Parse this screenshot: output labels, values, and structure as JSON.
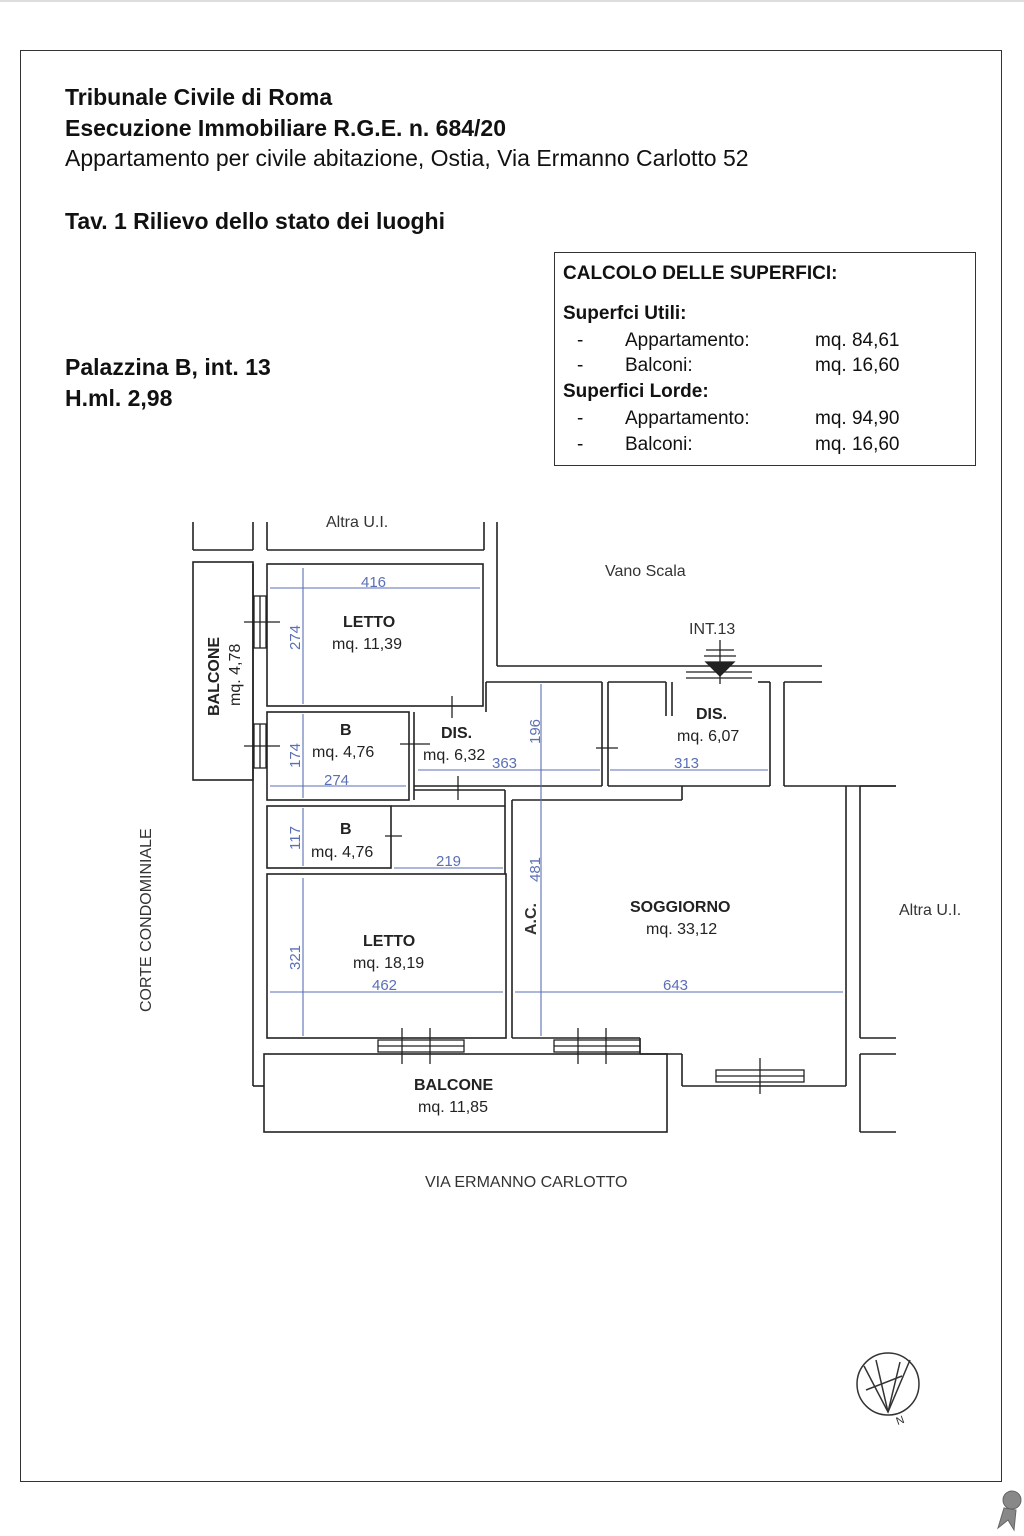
{
  "header": {
    "court": "Tribunale Civile di Roma",
    "procedure": "Esecuzione Immobiliare R.G.E. n. 684/20",
    "property": "Appartamento per civile abitazione, Ostia, Via Ermanno Carlotto 52",
    "table_title": "Tav. 1 Rilievo dello stato dei luoghi",
    "building": "Palazzina B, int. 13",
    "height": "H.ml. 2,98"
  },
  "calc": {
    "title": "CALCOLO DELLE SUPERFICI:",
    "useful_title": "Superfci Utili:",
    "gross_title": "Superfici Lorde:",
    "dash": "-",
    "rows": [
      {
        "label": "Appartamento:",
        "value": "mq. 84,61"
      },
      {
        "label": "Balconi:",
        "value": "mq. 16,60"
      },
      {
        "label": "Appartamento:",
        "value": "mq. 94,90"
      },
      {
        "label": "Balconi:",
        "value": "mq. 16,60"
      }
    ]
  },
  "plan": {
    "altra_top": "Altra U.I.",
    "vano_scala": "Vano Scala",
    "int": "INT.13",
    "altra_right": "Altra U.I.",
    "corte": "CORTE CONDOMINIALE",
    "street": "VIA ERMANNO CARLOTTO",
    "ac": "A.C.",
    "rooms": {
      "letto1_name": "LETTO",
      "letto1_area": "mq. 11,39",
      "balcone1_name": "BALCONE",
      "balcone1_area": "mq. 4,78",
      "b1_name": "B",
      "b1_area": "mq. 4,76",
      "dis1_name": "DIS.",
      "dis1_area": "mq. 6,32",
      "dis2_name": "DIS.",
      "dis2_area": "mq. 6,07",
      "b2_name": "B",
      "b2_area": "mq. 4,76",
      "letto2_name": "LETTO",
      "letto2_area": "mq. 18,19",
      "soggiorno_name": "SOGGIORNO",
      "soggiorno_area": "mq. 33,12",
      "balcone2_name": "BALCONE",
      "balcone2_area": "mq. 11,85"
    },
    "dims": {
      "d416": "416",
      "d274a": "274",
      "d174": "174",
      "d274b": "274",
      "d196": "196",
      "d363": "363",
      "d313": "313",
      "d117": "117",
      "d219": "219",
      "d321": "321",
      "d462": "462",
      "d481": "481",
      "d643": "643"
    }
  },
  "colors": {
    "dim_line": "#5b6fb5",
    "wall": "#222222"
  }
}
